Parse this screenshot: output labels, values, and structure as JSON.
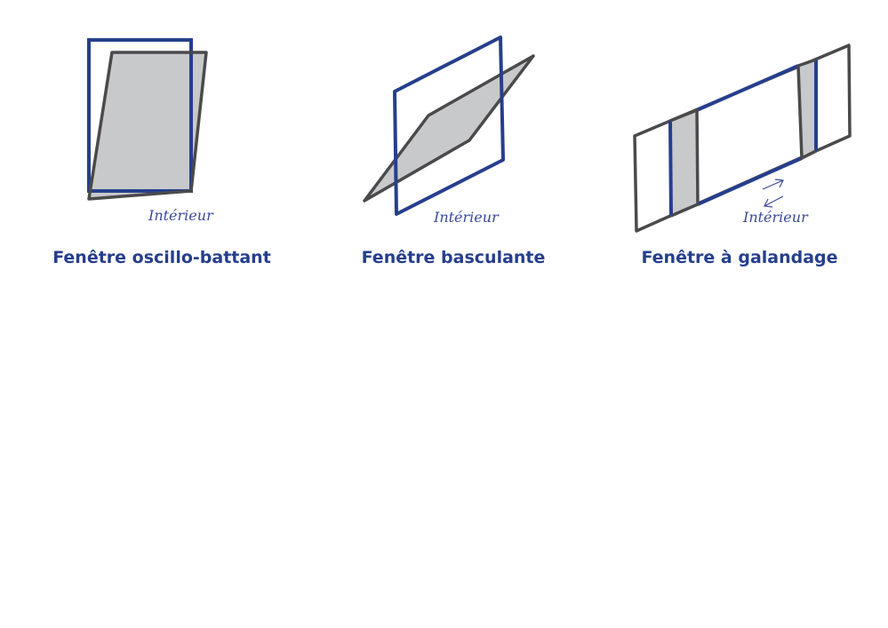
{
  "colors": {
    "frame": "#263f8c",
    "sash": "#4a4a4c",
    "glass": "#c8c9cb"
  },
  "panels": [
    {
      "title": "Fenêtre oscillo-battant",
      "label": "Intérieur"
    },
    {
      "title": "Fenêtre basculante",
      "label": "Intérieur"
    },
    {
      "title": "Fenêtre à galandage",
      "label": "Intérieur"
    }
  ]
}
